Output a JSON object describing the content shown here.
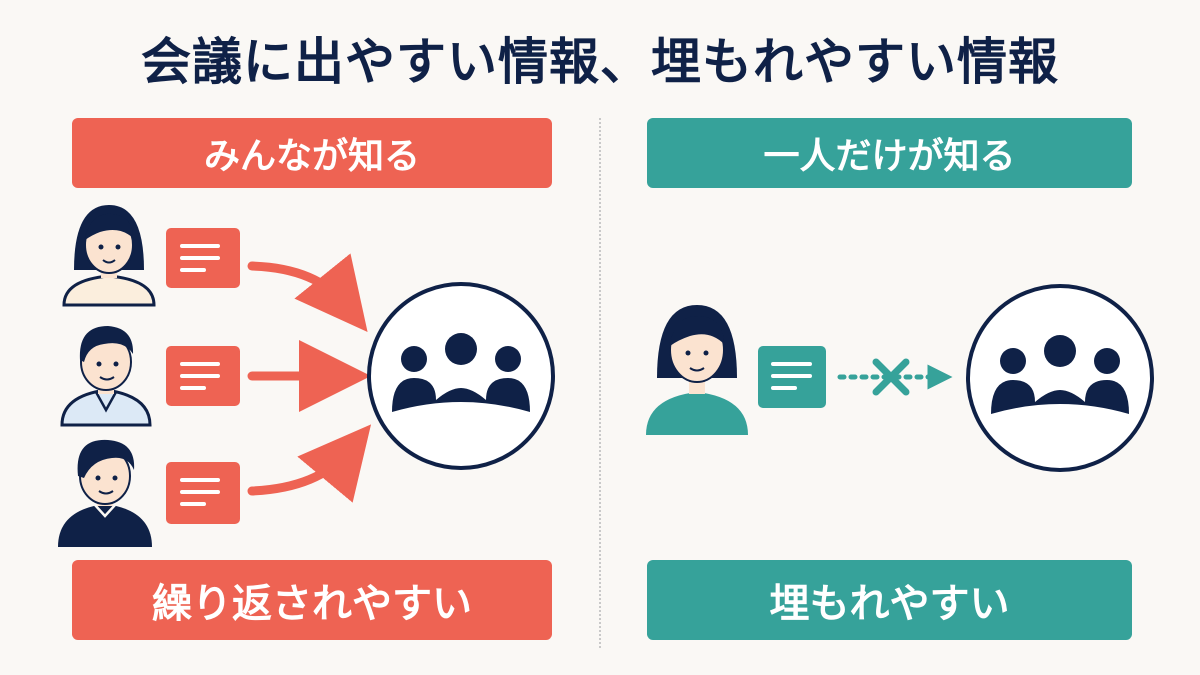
{
  "title": "会議に出やすい情報、埋もれやすい情報",
  "left": {
    "header": "みんなが知る",
    "footer": "繰り返されやすい",
    "color": "#ee6353"
  },
  "right": {
    "header": "一人だけが知る",
    "footer": "埋もれやすい",
    "color": "#36a29a"
  },
  "colors": {
    "navy": "#0f2147",
    "coral": "#ee6353",
    "teal": "#36a29a",
    "background": "#faf8f5"
  },
  "icons": [
    "woman-icon",
    "man-icon",
    "document-icon",
    "arrow-icon",
    "group-icon",
    "cross-icon"
  ]
}
